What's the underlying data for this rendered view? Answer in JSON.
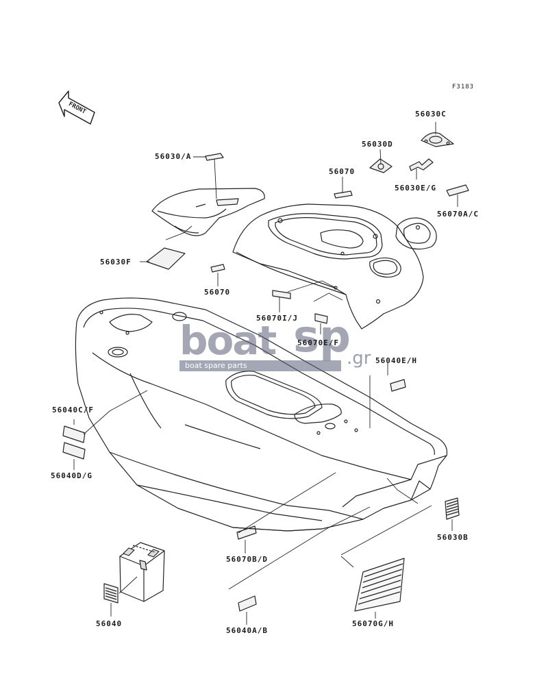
{
  "figure_ref": "F3183",
  "front_arrow": "FRONT",
  "watermark": {
    "brand": "boat",
    "brand2": "sp",
    "tld": ".gr",
    "tagline": "boat spare parts"
  },
  "labels": {
    "p56030C": "56030C",
    "p56030D": "56030D",
    "p56030A": "56030/A",
    "p56070_top": "56070",
    "p56030EG": "56030E/G",
    "p56070AC": "56070A/C",
    "p56030F": "56030F",
    "p56070_mid": "56070",
    "p56070IJ": "56070I/J",
    "p56070EF": "56070E/F",
    "p56040EH": "56040E/H",
    "p56040CF": "56040C/F",
    "p56040DG": "56040D/G",
    "p56030B": "56030B",
    "p56070BD": "56070B/D",
    "p56040": "56040",
    "p56040AB": "56040A/B",
    "p56070GH": "56070G/H"
  }
}
